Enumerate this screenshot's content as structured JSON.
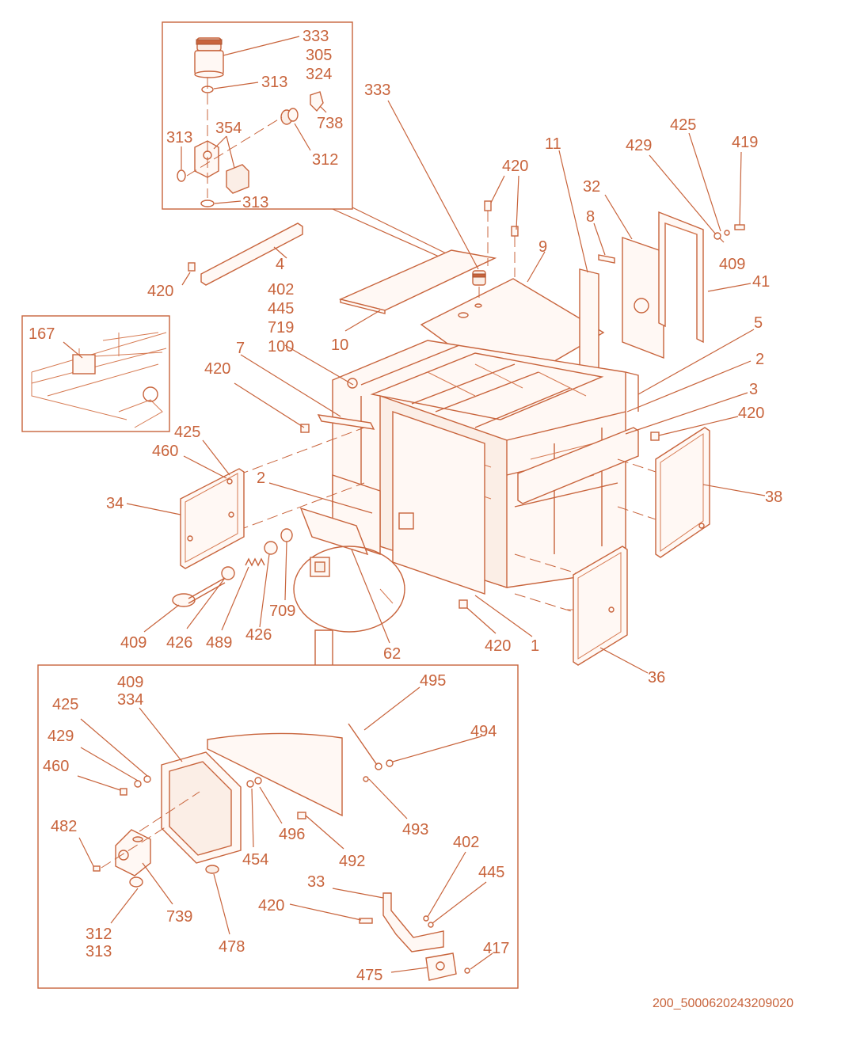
{
  "diagram": {
    "doc_id": "200_5000620243209020",
    "callouts": {
      "c333a": "333",
      "c305": "305",
      "c324": "324",
      "c313a": "313",
      "c738": "738",
      "c313b": "313",
      "c354": "354",
      "c312a": "312",
      "c313c": "313",
      "c333b": "333",
      "c420a": "420",
      "c11": "11",
      "c425a": "425",
      "c419": "419",
      "c429a": "429",
      "c32": "32",
      "c8": "8",
      "c9": "9",
      "c409a": "409",
      "c41": "41",
      "c4": "4",
      "c420b": "420",
      "c402a": "402",
      "c445a": "445",
      "c719": "719",
      "c100": "100",
      "c10": "10",
      "c167": "167",
      "c7": "7",
      "c420c": "420",
      "c5": "5",
      "c2a": "2",
      "c3": "3",
      "c420d": "420",
      "c425b": "425",
      "c460a": "460",
      "c34": "34",
      "c2b": "2",
      "c38": "38",
      "c709": "709",
      "c409b": "409",
      "c426a": "426",
      "c489": "489",
      "c426b": "426",
      "c62": "62",
      "c420e": "420",
      "c1": "1",
      "c36": "36",
      "c409c": "409",
      "c334": "334",
      "c425c": "425",
      "c495": "495",
      "c429b": "429",
      "c494": "494",
      "c460b": "460",
      "c496": "496",
      "c493": "493",
      "c482": "482",
      "c454": "454",
      "c492": "492",
      "c402b": "402",
      "c445b": "445",
      "c33": "33",
      "c420f": "420",
      "c312b": "312",
      "c313d": "313",
      "c739": "739",
      "c478": "478",
      "c417": "417",
      "c475": "475"
    }
  },
  "colors": {
    "line": "#c8643c",
    "fill": "#fff8f4",
    "background": "#ffffff"
  }
}
